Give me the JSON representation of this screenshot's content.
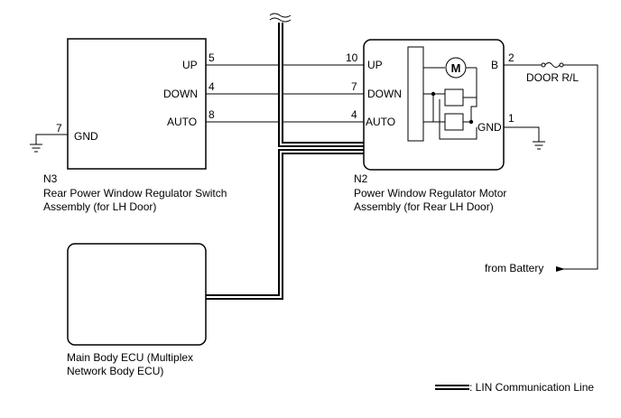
{
  "n3": {
    "code": "N3",
    "name_line1": "Rear Power Window Regulator Switch",
    "name_line2": "Assembly (for LH Door)",
    "pins": {
      "up": {
        "label": "UP",
        "num": "5"
      },
      "down": {
        "label": "DOWN",
        "num": "4"
      },
      "auto": {
        "label": "AUTO",
        "num": "8"
      },
      "gnd": {
        "label": "GND",
        "num": "7"
      }
    }
  },
  "n2": {
    "code": "N2",
    "name_line1": "Power Window Regulator Motor",
    "name_line2": "Assembly (for Rear LH Door)",
    "motor_symbol": "M",
    "pins": {
      "up": {
        "label": "UP",
        "num": "10"
      },
      "down": {
        "label": "DOWN",
        "num": "7"
      },
      "auto": {
        "label": "AUTO",
        "num": "4"
      },
      "b": {
        "label": "B",
        "num": "2"
      },
      "gnd": {
        "label": "GND",
        "num": "1"
      }
    }
  },
  "ecu": {
    "name_line1": "Main Body ECU (Multiplex",
    "name_line2": "Network Body ECU)"
  },
  "fuse": {
    "label": "DOOR R/L"
  },
  "battery": {
    "label": "from Battery"
  },
  "legend": {
    "label": ": LIN Communication Line"
  },
  "icons": [
    "ground-icon",
    "motor-icon",
    "fuse-icon",
    "arrow-icon",
    "wire-break-icon"
  ]
}
